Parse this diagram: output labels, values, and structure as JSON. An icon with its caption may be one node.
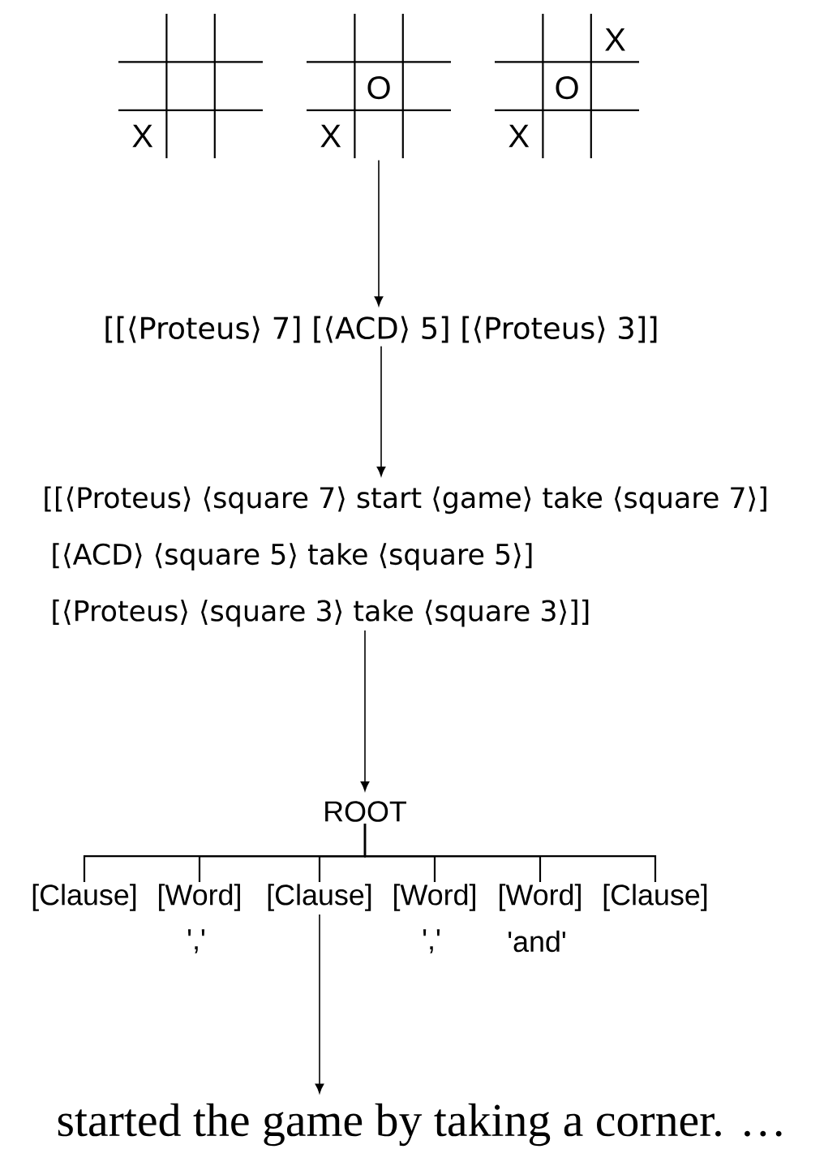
{
  "diagram": {
    "nodes": [
      {
        "text": [
          "X"
        ]
      },
      {
        "text": [
          "O",
          "X"
        ]
      },
      {
        "text": [
          "X",
          "O",
          "X"
        ]
      },
      {
        "text": [
          "[[⟨Proteus⟩ 7] [⟨ACD⟩ 5] [⟨Proteus⟩ 3]]"
        ]
      },
      {
        "text": [
          "[[⟨Proteus⟩ ⟨square 7⟩ start ⟨game⟩ take ⟨square 7⟩]",
          "[⟨ACD⟩ ⟨square 5⟩ take ⟨square 5⟩]",
          "[⟨Proteus⟩ ⟨square 3⟩ take ⟨square 3⟩]]"
        ]
      },
      {
        "text": [
          "ROOT"
        ]
      },
      {
        "text": [
          "[Clause]"
        ]
      },
      {
        "text": [
          "[Word]"
        ],
        "beside": [
          "','"
        ]
      },
      {
        "text": [
          "[Clause]"
        ]
      },
      {
        "text": [
          "[Word]"
        ],
        "beside": [
          "','"
        ]
      },
      {
        "text": [
          "[Word]"
        ],
        "beside": [
          "'and'"
        ]
      },
      {
        "text": [
          "[Clause]"
        ]
      },
      {
        "text": [
          "started the game by taking a corner. …"
        ]
      }
    ],
    "edges": [
      {
        "from": 1,
        "to": 3,
        "arrow": "to"
      },
      {
        "from": 3,
        "to": 4,
        "arrow": "to"
      },
      {
        "from": 4,
        "to": 5,
        "arrow": "to"
      },
      {
        "from": 5,
        "to": 6,
        "arrow": "none"
      },
      {
        "from": 5,
        "to": 7,
        "arrow": "none"
      },
      {
        "from": 5,
        "to": 8,
        "arrow": "none"
      },
      {
        "from": 5,
        "to": 9,
        "arrow": "none"
      },
      {
        "from": 5,
        "to": 10,
        "arrow": "none"
      },
      {
        "from": 5,
        "to": 11,
        "arrow": "none"
      },
      {
        "from": 8,
        "to": 12,
        "arrow": "to"
      }
    ]
  }
}
